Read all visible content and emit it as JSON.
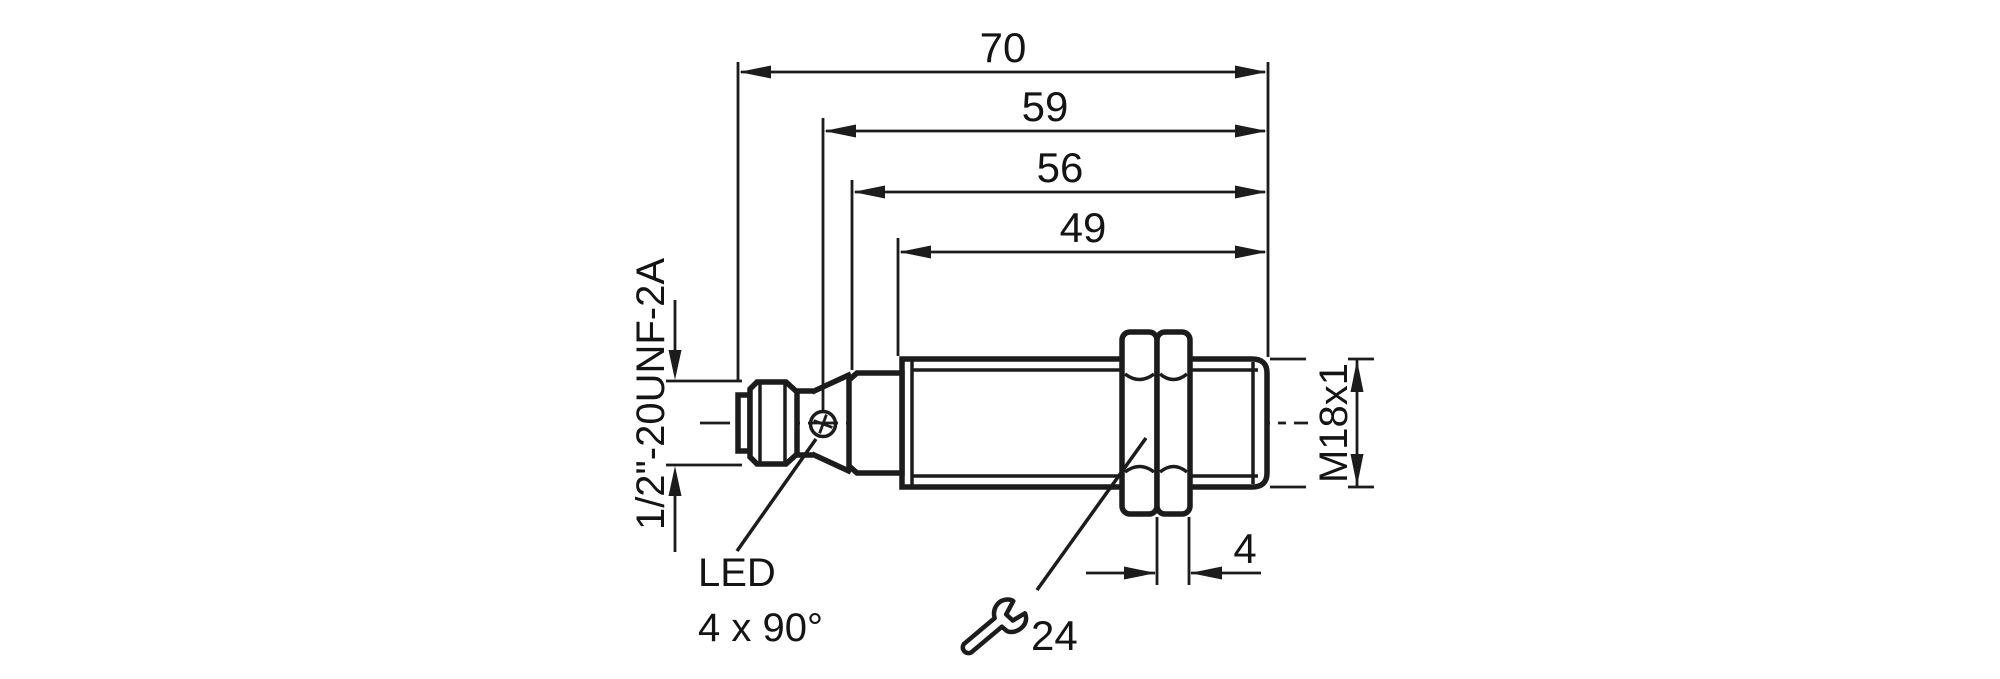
{
  "drawing": {
    "dims": {
      "total_length": "70",
      "led_position": "59",
      "housing_length": "56",
      "thread_length": "49",
      "connector_thread": "1/2\"-20UNF-2A",
      "mounting_thread": "M18x1",
      "nut_width": "4",
      "wrench_size": "24"
    },
    "labels": {
      "led": "LED",
      "led_arrangement": "4 x 90°"
    },
    "colors": {
      "line": "#1c1c1c",
      "background": "#ffffff"
    }
  }
}
